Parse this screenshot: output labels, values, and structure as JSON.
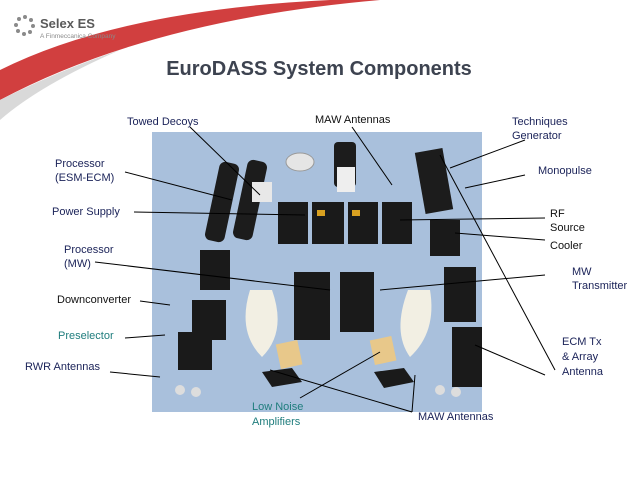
{
  "logo": {
    "name": "Selex ES",
    "tagline": "A Finmeccanica Company"
  },
  "title": "EuroDASS System Components",
  "labels": {
    "towed_decoys": "Towed Decoys",
    "maw_antennas_top": "MAW Antennas",
    "techniques_generator_1": "Techniques",
    "techniques_generator_2": "Generator",
    "processor_esm_1": "Processor",
    "processor_esm_2": "(ESM-ECM)",
    "monopulse": "Monopulse",
    "power_supply": "Power Supply",
    "rf_source_1": "RF",
    "rf_source_2": "Source",
    "processor_mw_1": "Processor",
    "processor_mw_2": "(MW)",
    "cooler": "Cooler",
    "mw_transmitter_1": "MW",
    "mw_transmitter_2": "Transmitter",
    "downconverter": "Downconverter",
    "preselector": "Preselector",
    "ecm_tx_1": "ECM Tx",
    "ecm_tx_2": "& Array",
    "ecm_tx_3": "Antenna",
    "rwr_antennas": "RWR Antennas",
    "lna_1": "Low Noise",
    "lna_2": "Amplifiers",
    "maw_antennas_bottom": "MAW Antennas"
  },
  "colors": {
    "title": "#3d4350",
    "navy_label": "#1a2258",
    "teal_label": "#1f7d7d",
    "photo_background": "#a9c0dc",
    "swoosh_red": "#cc2a2a"
  }
}
